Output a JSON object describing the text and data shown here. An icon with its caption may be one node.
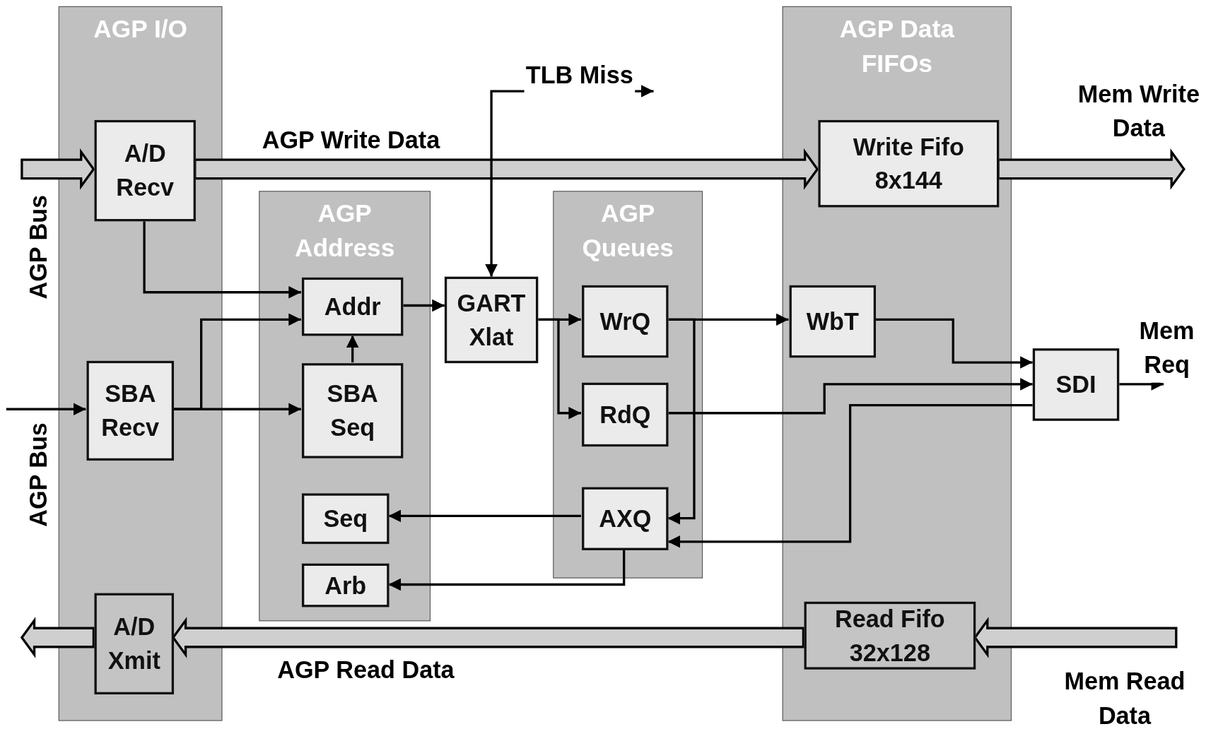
{
  "diagram": {
    "nodes": [
      {
        "text": [
          "AGP I/O"
        ]
      },
      {
        "text": [
          "A/D Recv"
        ],
        "in": 0
      },
      {
        "text": [
          "SBA Recv"
        ],
        "in": 0
      },
      {
        "text": [
          "A/D Xmit"
        ],
        "in": 0
      },
      {
        "text": [
          "AGP Address"
        ]
      },
      {
        "text": [
          "Addr"
        ],
        "in": 4
      },
      {
        "text": [
          "SBA Seq"
        ],
        "in": 4
      },
      {
        "text": [
          "Seq"
        ],
        "in": 4
      },
      {
        "text": [
          "Arb"
        ],
        "in": 4
      },
      {
        "text": [
          "GART Xlat"
        ]
      },
      {
        "text": [
          "AGP Queues"
        ]
      },
      {
        "text": [
          "WrQ"
        ],
        "in": 10
      },
      {
        "text": [
          "RdQ"
        ],
        "in": 10
      },
      {
        "text": [
          "AXQ"
        ],
        "in": 10
      },
      {
        "text": [
          "AGP Data FIFOs"
        ]
      },
      {
        "text": [
          "Write Fifo 8x144"
        ],
        "in": 14
      },
      {
        "text": [
          "WbT"
        ],
        "in": 14
      },
      {
        "text": [
          "Read Fifo 32x128"
        ],
        "in": 14
      },
      {
        "text": [
          "SDI"
        ]
      }
    ],
    "edges": [
      {
        "from": null,
        "to": 1,
        "arrow": "to",
        "style": "thick",
        "label": "AGP Bus"
      },
      {
        "from": 1,
        "to": 15,
        "arrow": "to",
        "style": "thick",
        "label": "AGP Write Data"
      },
      {
        "from": 15,
        "to": null,
        "arrow": "to",
        "style": "thick",
        "label": "Mem Write Data"
      },
      {
        "from": 1,
        "to": 5,
        "arrow": "to"
      },
      {
        "from": null,
        "to": 2,
        "arrow": "to",
        "label": "AGP Bus"
      },
      {
        "from": 2,
        "to": 5,
        "arrow": "to"
      },
      {
        "from": 2,
        "to": 6,
        "arrow": "to"
      },
      {
        "from": 6,
        "to": 5,
        "arrow": "to"
      },
      {
        "from": 5,
        "to": 9,
        "arrow": "to"
      },
      {
        "from": null,
        "to": 9,
        "arrow": "both",
        "label": "TLB Miss"
      },
      {
        "from": 9,
        "to": 11,
        "arrow": "to"
      },
      {
        "from": 9,
        "to": 12,
        "arrow": "to"
      },
      {
        "from": 11,
        "to": 16,
        "arrow": "to"
      },
      {
        "from": 11,
        "to": 13,
        "arrow": "to"
      },
      {
        "from": 13,
        "to": 7,
        "arrow": "to"
      },
      {
        "from": 13,
        "to": 8,
        "arrow": "to"
      },
      {
        "from": 16,
        "to": 18,
        "arrow": "to"
      },
      {
        "from": 12,
        "to": 18,
        "arrow": "to"
      },
      {
        "from": 18,
        "to": 13,
        "arrow": "to"
      },
      {
        "from": 18,
        "to": null,
        "arrow": "to",
        "label": "Mem Req"
      },
      {
        "from": null,
        "to": 17,
        "arrow": "to",
        "style": "thick",
        "label": "Mem Read Data"
      },
      {
        "from": 17,
        "to": 3,
        "arrow": "to",
        "style": "thick",
        "label": "AGP Read Data"
      },
      {
        "from": 3,
        "to": null,
        "arrow": "to",
        "style": "thick"
      }
    ]
  }
}
